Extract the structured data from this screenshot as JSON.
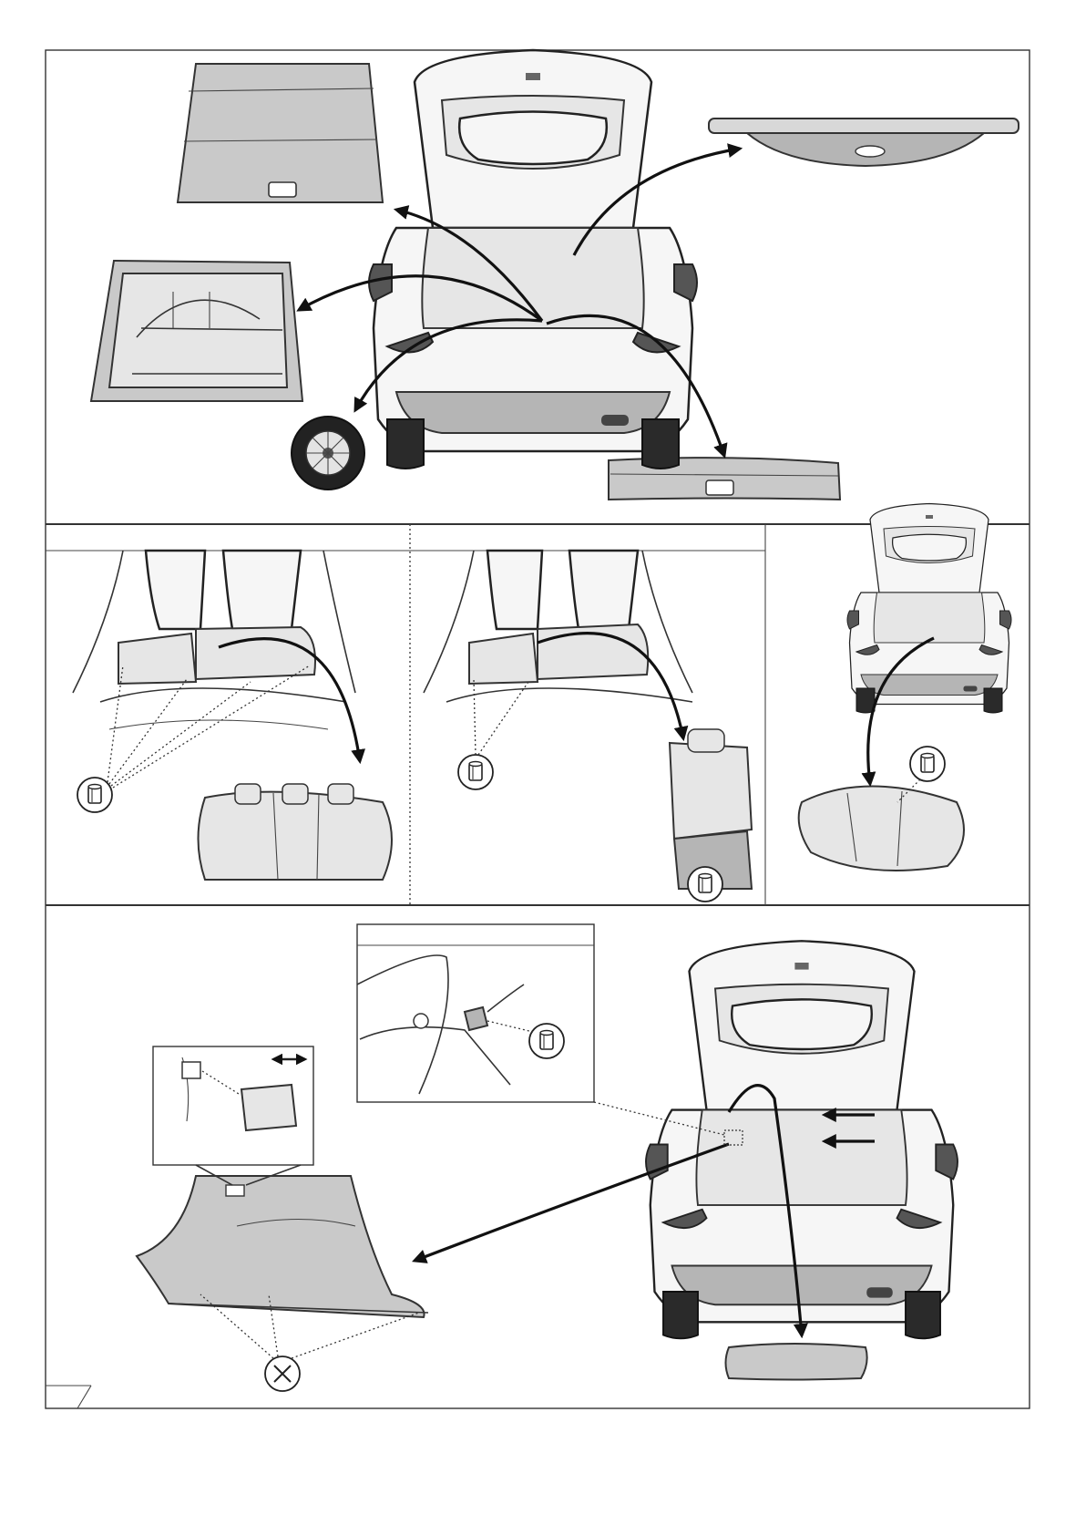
{
  "panels": {
    "top": {
      "name": "rear-components-removal-overview"
    },
    "middle_left": {
      "name": "rear-bench-seat-removal"
    },
    "middle_center": {
      "name": "rear-split-seat-removal"
    },
    "middle_right": {
      "name": "rear-seat-lift-out"
    },
    "bottom": {
      "name": "side-trim-panel-removal"
    }
  },
  "icons": {
    "clip": "clip-icon",
    "no_reuse": "cross-circle-icon",
    "slide": "double-arrow-icon",
    "arrow": "arrow-icon"
  },
  "colors": {
    "line": "#333333",
    "part_fill": "#c9c9c9",
    "car_fill": "#f6f6f6"
  }
}
